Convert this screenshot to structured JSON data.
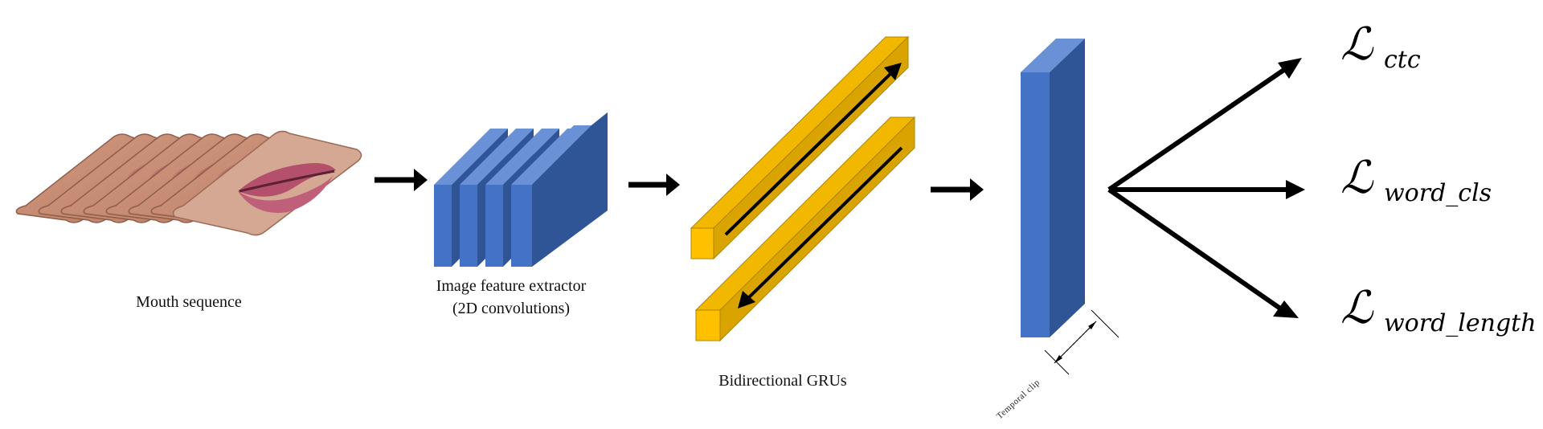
{
  "labels": {
    "mouth_sequence": "Mouth sequence",
    "feature_extractor_line1": "Image feature extractor",
    "feature_extractor_line2": "(2D convolutions)",
    "gru": "Bidirectional GRUs",
    "temporal_clip": "Temporal clip"
  },
  "losses": [
    {
      "symbol": "ℒ",
      "subscript": "ctc"
    },
    {
      "symbol": "ℒ",
      "subscript": "word_cls"
    },
    {
      "symbol": "ℒ",
      "subscript": "word_length"
    }
  ],
  "colors": {
    "conv_front": "#4472C4",
    "conv_side": "#2F5597",
    "conv_top": "#6A90D6",
    "gru_front": "#FFC000",
    "gru_side": "#D9A400",
    "gru_top": "#F2B800",
    "mouth_skin": "#C08870",
    "mouth_lip": "#B0466A",
    "arrow": "#000000"
  }
}
